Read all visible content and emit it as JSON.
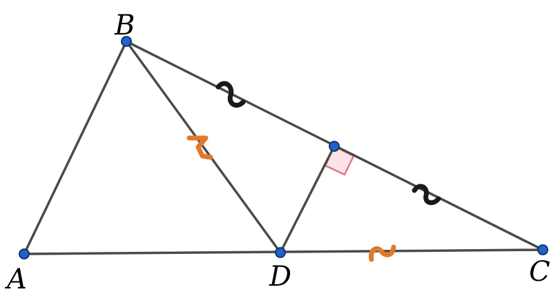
{
  "points": {
    "A": {
      "label": "A"
    },
    "B": {
      "label": "B"
    },
    "C": {
      "label": "C"
    },
    "D": {
      "label": "D"
    },
    "H": {
      "label": ""
    }
  },
  "colors": {
    "segment": "#4a4a4a",
    "point_fill": "#1f63c8",
    "point_stroke": "#0a2a66",
    "tick_black": "#1a1a1a",
    "tick_orange": "#e07a2a",
    "right_angle_fill": "#fde3e8",
    "right_angle_stroke": "#e07585"
  }
}
